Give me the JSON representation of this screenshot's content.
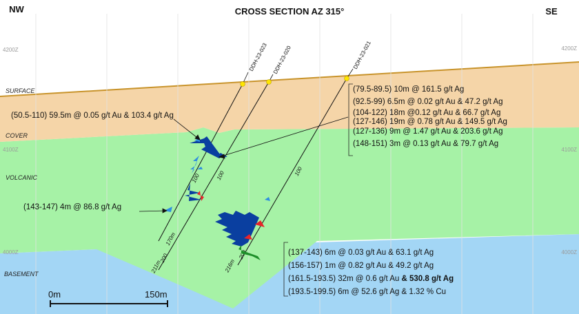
{
  "title": "CROSS SECTION AZ 315°",
  "corner_left": "NW",
  "corner_right": "SE",
  "elevations_left": [
    "4200Z",
    "4100Z",
    "4000Z"
  ],
  "elevations_right": [
    "4200Z",
    "4100Z",
    "4000Z"
  ],
  "layers": {
    "surface": "SURFACE",
    "cover": "COVER",
    "volcanic": "VOLCANIC",
    "basement": "BASEMENT"
  },
  "colors": {
    "cover": "#f5d5a8",
    "surface_line": "#c8932a",
    "volcanic": "#a6f2a6",
    "basement": "#a3d6f5",
    "collar": "#ffe600",
    "assay_blue": "#0a3fa0",
    "assay_light_blue": "#2f8fe0",
    "assay_red": "#e8242a",
    "assay_green": "#1e8f2a"
  },
  "drillholes": [
    {
      "id": "DDH-23-023",
      "depth_mark": "100",
      "end_depth": "170m"
    },
    {
      "id": "DDH-23-020",
      "depth_mark_1": "100",
      "depth_mark_2": "200",
      "end_depth": "211m"
    },
    {
      "id": "DDH-23-021",
      "depth_mark_1": "100",
      "depth_mark_2": "200",
      "end_depth": "216m"
    }
  ],
  "annotations": {
    "left_top": "(50.5-110) 59.5m @ 0.05 g/t Au & 103.4 g/t Ag",
    "left_mid": "(143-147) 4m @ 86.8 g/t Ag",
    "right_top": [
      "(79.5-89.5) 10m @ 161.5 g/t Ag",
      "(92.5-99) 6.5m @ 0.02 g/t Au & 47.2 g/t  Ag",
      "(104-122) 18m @0.12 g/t Au & 66.7 g/t Ag",
      "(127-146) 19m @ 0.78 g/t Au & 149.5 g/t Ag",
      "(127-136) 9m @ 1.47 g/t Au & 203.6 g/t Ag",
      "(148-151) 3m @ 0.13 g/t Au & 79.7 g/t Ag"
    ],
    "bottom_right": [
      "(137-143) 6m @ 0.03 g/t Au & 63.1 g/t Ag",
      "(156-157) 1m @ 0.82 g/t Au & 49.2 g/t Ag",
      "(193.5-199.5) 6m @ 52.6 g/t Ag & 1.32 % Cu"
    ],
    "bottom_right_bold_line": {
      "normal": "(161.5-193.5) 32m @ 0.6 g/t Au ",
      "bold": "& 530.8 g/t Ag"
    }
  },
  "scale_bar": {
    "start": "0m",
    "end": "150m"
  }
}
